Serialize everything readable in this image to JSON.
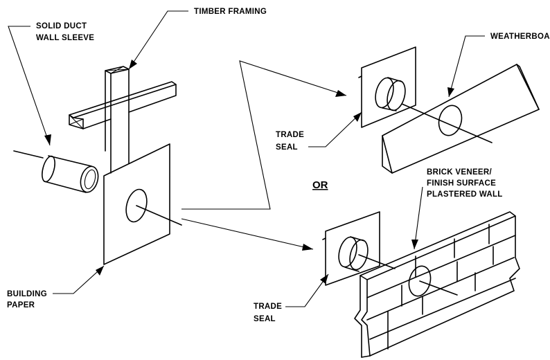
{
  "labels": {
    "solid_duct_1": "SOLID DUCT",
    "solid_duct_2": "WALL SLEEVE",
    "timber_framing": "TIMBER FRAMING",
    "weatherboard": "WEATHERBOARD",
    "trade_seal_top_1": "TRADE",
    "trade_seal_top_2": "SEAL",
    "or": "OR",
    "brick_1": "BRICK VENEER/",
    "brick_2": "FINISH SURFACE",
    "brick_3": "PLASTERED WALL",
    "building_paper_1": "BUILDING",
    "building_paper_2": "PAPER",
    "trade_seal_bottom_1": "TRADE",
    "trade_seal_bottom_2": "SEAL"
  }
}
